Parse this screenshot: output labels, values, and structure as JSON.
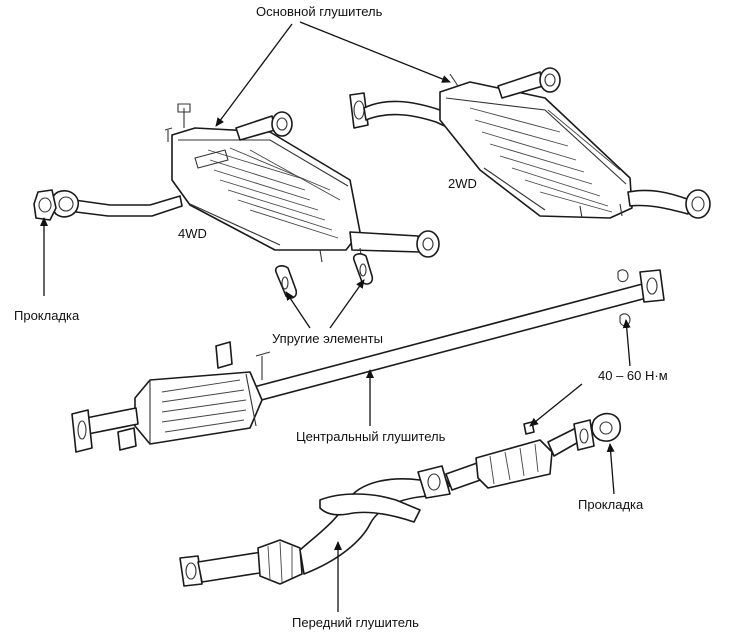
{
  "labels": {
    "main_muffler": "Основной глушитель",
    "label_4wd": "4WD",
    "label_2wd": "2WD",
    "gasket_left": "Прокладка",
    "elastic_elements": "Упругие элементы",
    "torque": "40 – 60 Н·м",
    "center_muffler": "Центральный глушитель",
    "gasket_right": "Прокладка",
    "front_muffler": "Передний глушитель"
  }
}
